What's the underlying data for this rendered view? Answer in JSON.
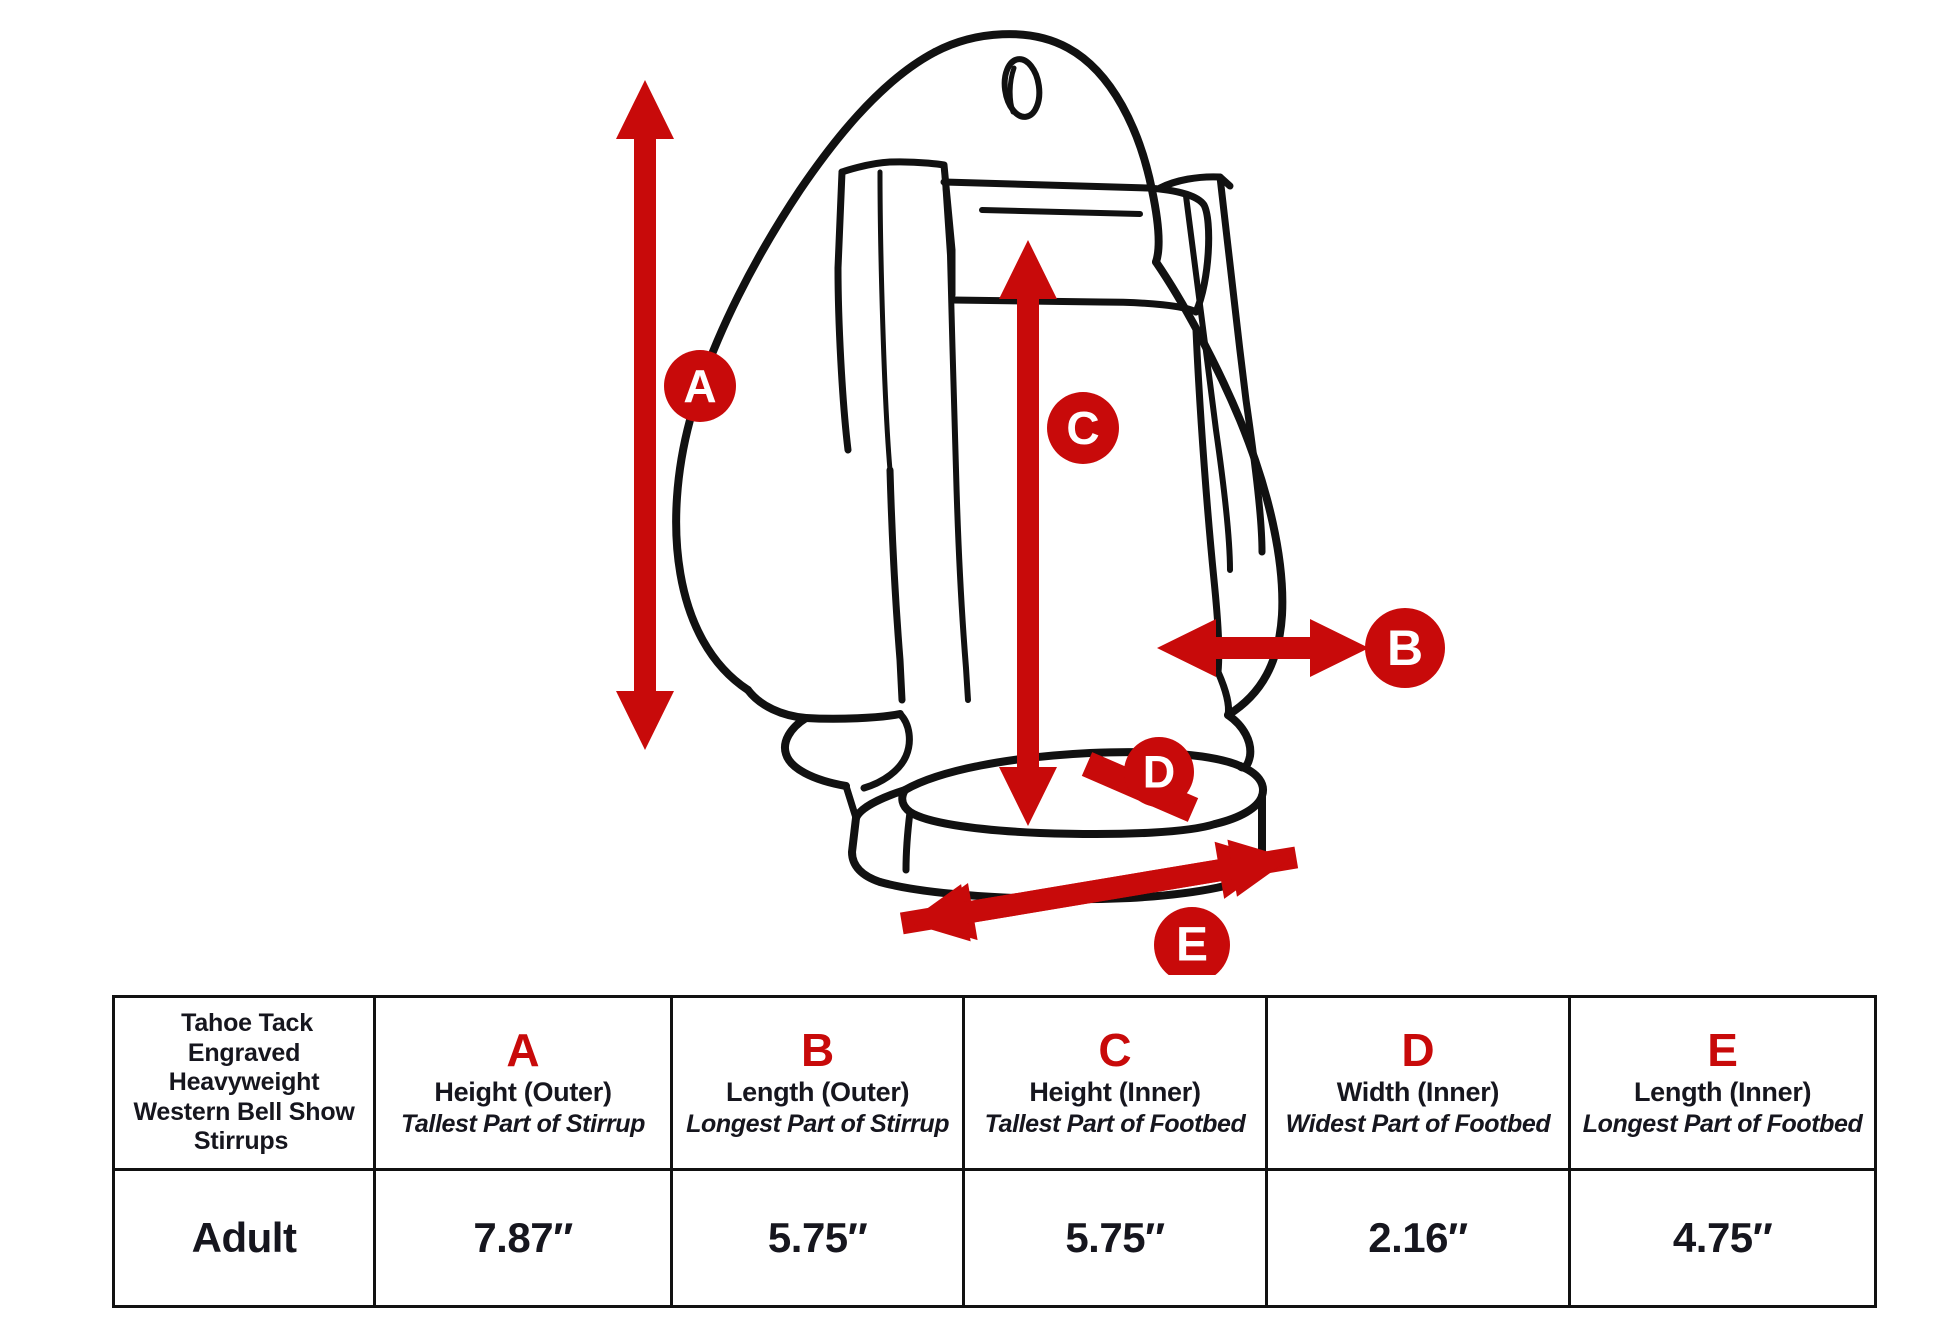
{
  "diagram": {
    "product_illustration": "western-bell-stirrup-line-drawing",
    "accent_color": "#C80A0A",
    "line_color": "#111111",
    "markers": [
      {
        "id": "A",
        "label": "A",
        "arrow": "vertical-double-headed",
        "measures": "overall outer height of stirrup"
      },
      {
        "id": "B",
        "label": "B",
        "arrow": "horizontal-double-headed",
        "measures": "outer length at widest point"
      },
      {
        "id": "C",
        "label": "C",
        "arrow": "vertical-double-headed",
        "measures": "inner height from footbed to top"
      },
      {
        "id": "D",
        "label": "D",
        "arrow": "short-diagonal-double-headed",
        "measures": "inner width of footbed"
      },
      {
        "id": "E",
        "label": "E",
        "arrow": "diagonal-double-headed",
        "measures": "inner length of footbed"
      }
    ]
  },
  "table": {
    "product_name": "Tahoe Tack Engraved Heavyweight Western Bell Show Stirrups",
    "columns": [
      {
        "letter": "A",
        "title": "Height (Outer)",
        "subtitle": "Tallest Part of Stirrup"
      },
      {
        "letter": "B",
        "title": "Length (Outer)",
        "subtitle": "Longest Part of Stirrup"
      },
      {
        "letter": "C",
        "title": "Height (Inner)",
        "subtitle": "Tallest Part of Footbed"
      },
      {
        "letter": "D",
        "title": "Width (Inner)",
        "subtitle": "Widest Part of Footbed"
      },
      {
        "letter": "E",
        "title": "Length (Inner)",
        "subtitle": "Longest Part of Footbed"
      }
    ],
    "rows": [
      {
        "size": "Adult",
        "values": [
          "7.87″",
          "5.75″",
          "5.75″",
          "2.16″",
          "4.75″"
        ]
      }
    ]
  }
}
